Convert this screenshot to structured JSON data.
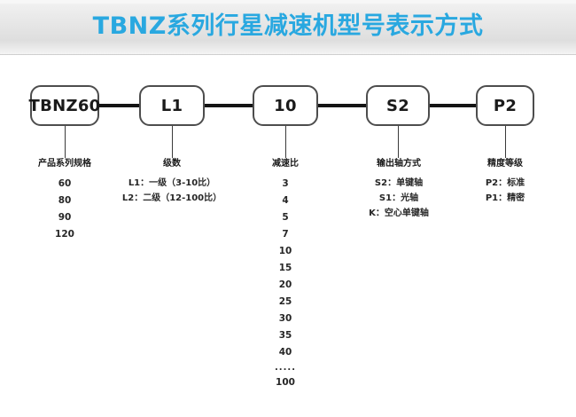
{
  "header": {
    "title": "TBNZ系列行星减速机型号表示方式",
    "title_color": "#29a8e0",
    "band_color": "#e6e6e6"
  },
  "chain": {
    "boxes": [
      {
        "label": "TBNZ60"
      },
      {
        "label": "L1"
      },
      {
        "label": "10"
      },
      {
        "label": "S2"
      },
      {
        "label": "P2"
      }
    ]
  },
  "columns": [
    {
      "head": "产品系列规格",
      "items": [
        "60",
        "80",
        "90",
        "120"
      ]
    },
    {
      "head": "级数",
      "items": [
        "L1：一级（3-10比）",
        "L2：二级（12-100比）"
      ]
    },
    {
      "head": "减速比",
      "items": [
        "3",
        "4",
        "5",
        "7",
        "10",
        "15",
        "20",
        "25",
        "30",
        "35",
        "40",
        ".....",
        "100"
      ]
    },
    {
      "head": "输出轴方式",
      "items": [
        "S2：单键轴",
        "S1：光轴",
        "K：空心单键轴"
      ]
    },
    {
      "head": "精度等级",
      "items": [
        "P2：标准",
        "P1：精密"
      ]
    }
  ]
}
